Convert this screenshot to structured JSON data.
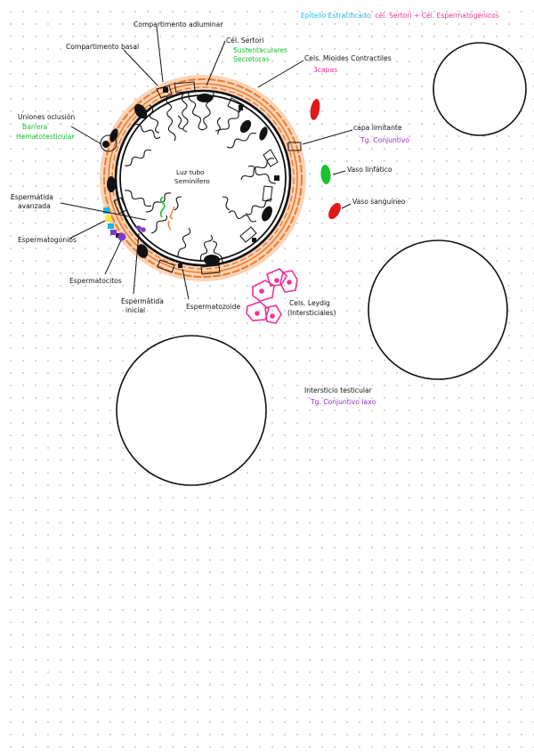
{
  "title": {
    "part1": "Epitelio Estratificado: ",
    "part2": "cél. Sertori + Cél. Espermatogénicos"
  },
  "labels": {
    "compartimento_adluminar": "Compartimento adluminar",
    "compartimento_basal": "Compartimento basal",
    "cel_sertori": "Cél. Sertori",
    "sustentaculares_line1": "Sustentaculares",
    "sustentaculares_line2": "Secretoras",
    "cels_mioides": "Cels. Mioides Contractiles",
    "capas": "3capas",
    "uniones_oclusion": "Uniones oclusión",
    "barrera_line1": "Barrera",
    "barrera_line2": "Hematotesticular",
    "luz_tubo_line1": "Luz tubo",
    "luz_tubo_line2": "Seminífero",
    "capa_limitante": "capa limitante",
    "tg_conjuntivo": "Tg. Conjuntivo",
    "vaso_linfatico": "Vaso linfático",
    "vaso_sanguineo": "Vaso sanguíneo",
    "espermatida_avanzada_line1": "Espermátida",
    "espermatida_avanzada_line2": "avanzada",
    "espermatogonios": "Espermatogonios",
    "espermatocitos": "Espermatocitos",
    "espermatida_inicial_line1": "Espermátida",
    "espermatida_inicial_line2": "inicial",
    "espermatozoide": "Espermatozoide",
    "cels_leydig_line1": "Cels. Leydig",
    "cels_leydig_line2": "(Intersticiales)",
    "intersticio_line1": "Intersticio testicular",
    "intersticio_line2": "Tg. Conjuntivo laxo"
  },
  "colors": {
    "title_cyan": "#1ab7e8",
    "pink": "#f0309a",
    "green": "#19c22e",
    "purple": "#9a2ed1",
    "red": "#e01818",
    "orange": "#f07a2a",
    "peach": "#f8c9a6"
  }
}
